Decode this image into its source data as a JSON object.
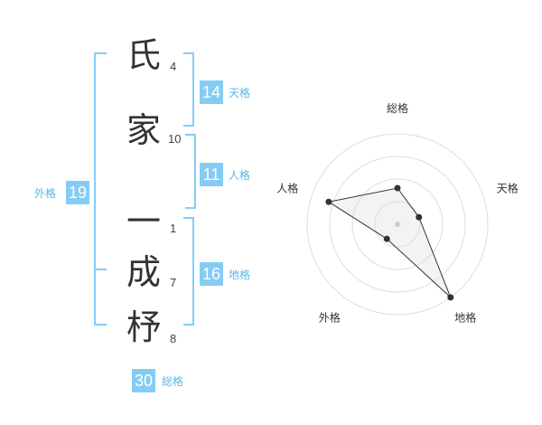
{
  "name_chars": [
    {
      "char": "氏",
      "strokes": "4"
    },
    {
      "char": "家",
      "strokes": "10"
    },
    {
      "char": "一",
      "strokes": "1"
    },
    {
      "char": "成",
      "strokes": "7"
    },
    {
      "char": "杼",
      "strokes": "8"
    }
  ],
  "kaku": {
    "tenkaku": {
      "value": "14",
      "label": "天格"
    },
    "jinkaku": {
      "value": "11",
      "label": "人格"
    },
    "chikaku": {
      "value": "16",
      "label": "地格"
    },
    "gaikaku": {
      "value": "19",
      "label": "外格"
    },
    "soukaku": {
      "value": "30",
      "label": "総格"
    }
  },
  "colors": {
    "accent": "#85ccf5",
    "accent_text": "#5ab6ea"
  },
  "chart_data": {
    "type": "radar",
    "axes": [
      "総格",
      "天格",
      "地格",
      "外格",
      "人格"
    ],
    "values": [
      0.4,
      0.25,
      1.0,
      0.2,
      0.8
    ],
    "rings": 4
  }
}
